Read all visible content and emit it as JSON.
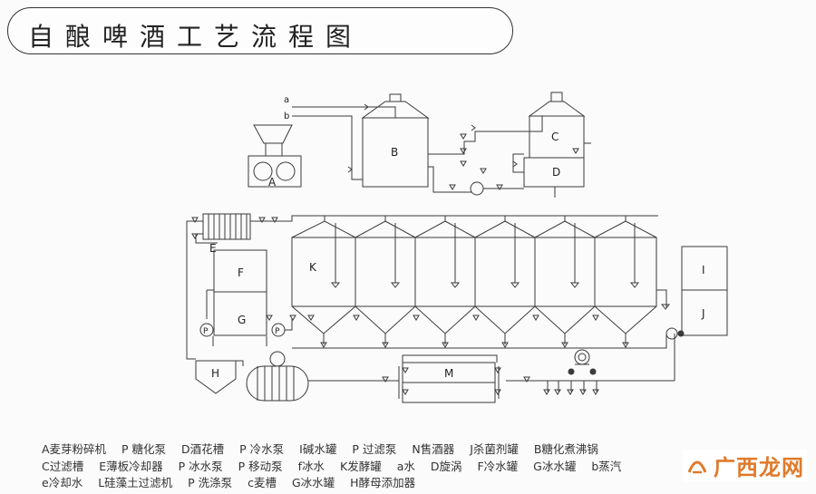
{
  "title": "自酿啤酒工艺流程图",
  "equipment": {
    "A": "A",
    "B": "B",
    "C": "C",
    "D": "D",
    "E": "E",
    "F": "F",
    "G": "G",
    "H": "H",
    "I": "I",
    "J": "J",
    "K": "K",
    "M": "M",
    "P": "P",
    "inlet_a": "a",
    "inlet_b": "b"
  },
  "legend": {
    "rows": [
      [
        "A麦芽粉碎机",
        "P 糖化泵",
        "D酒花槽",
        "P 冷水泵",
        "I碱水罐",
        "P 过滤泵",
        "N售酒器",
        "J杀菌剂罐",
        "B糖化煮沸锅"
      ],
      [
        "C过滤槽",
        "E薄板冷却器",
        "P 冰水泵",
        "P 移动泵",
        "f冰水",
        "K发酵罐",
        "a水",
        "D旋涡",
        "F冷水罐",
        "G冰水罐",
        "b蒸汽"
      ],
      [
        "e冷却水",
        "L硅藻土过滤机",
        "P 洗涤泵",
        "c麦槽",
        "G冰水罐",
        "H酵母添加器"
      ]
    ]
  },
  "watermark": {
    "text": "广西龙网"
  },
  "colors": {
    "line": "#3a3a3a",
    "watermark": "#e07a2c"
  }
}
